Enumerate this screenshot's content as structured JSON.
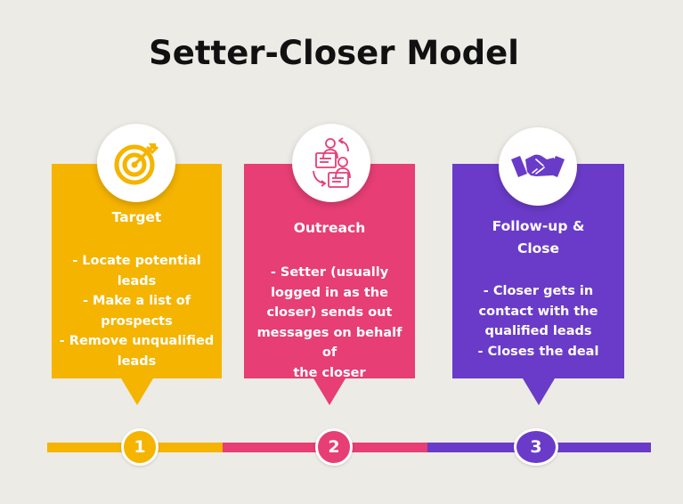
{
  "title": "Setter-Closer Model",
  "colors": {
    "yellow": "#f5b400",
    "pink": "#e63e75",
    "purple": "#6a3bc8",
    "background": "#edebe6"
  },
  "steps": [
    {
      "number": "1",
      "icon": "target-icon",
      "heading": "Target",
      "lines": [
        "- Locate potential",
        "leads",
        "- Make a list of",
        "prospects",
        "- Remove unqualified",
        "leads"
      ]
    },
    {
      "number": "2",
      "icon": "people-exchange-icon",
      "heading": "Outreach",
      "lines": [
        "- Setter (usually",
        "logged in as the",
        "closer) sends out",
        "messages on behalf of",
        "the closer"
      ]
    },
    {
      "number": "3",
      "icon": "handshake-icon",
      "heading_lines": [
        "Follow-up &",
        "Close"
      ],
      "lines": [
        "- Closer gets in",
        "contact with the",
        "qualified leads",
        "- Closes the deal"
      ]
    }
  ]
}
